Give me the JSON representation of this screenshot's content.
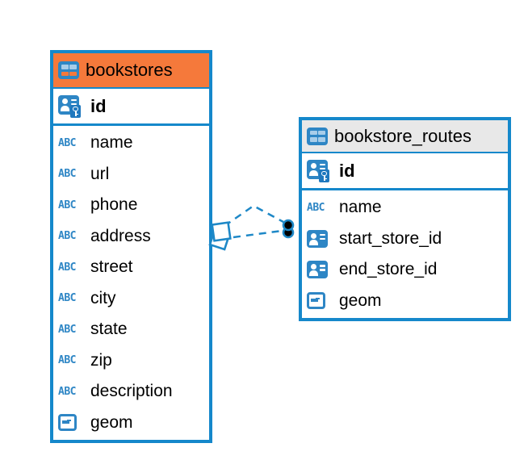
{
  "diagram": {
    "colors": {
      "background": "#FFFFFF",
      "table_border": "#1588CB",
      "header_orange": "#F5793B",
      "header_gray": "#E8E8E8",
      "icon_blue": "#2E86C5",
      "icon_dark_blue": "#1F78BE",
      "icon_pale_blue": "#A8CDE9",
      "relation_blue": "#1E88C7",
      "text": "#000000"
    },
    "icons": {
      "text_type_glyph": "ABC"
    },
    "tables": [
      {
        "title": "bookstores",
        "header_style": "orange",
        "keys": [
          {
            "name": "id",
            "icon": "primary-key-icon"
          }
        ],
        "columns": [
          {
            "name": "name",
            "icon": "text-type-icon"
          },
          {
            "name": "url",
            "icon": "text-type-icon"
          },
          {
            "name": "phone",
            "icon": "text-type-icon"
          },
          {
            "name": "address",
            "icon": "text-type-icon"
          },
          {
            "name": "street",
            "icon": "text-type-icon"
          },
          {
            "name": "city",
            "icon": "text-type-icon"
          },
          {
            "name": "state",
            "icon": "text-type-icon"
          },
          {
            "name": "zip",
            "icon": "text-type-icon"
          },
          {
            "name": "description",
            "icon": "text-type-icon"
          },
          {
            "name": "geom",
            "icon": "geometry-type-icon"
          }
        ]
      },
      {
        "title": "bookstore_routes",
        "header_style": "gray",
        "keys": [
          {
            "name": "id",
            "icon": "primary-key-icon"
          }
        ],
        "columns": [
          {
            "name": "name",
            "icon": "text-type-icon"
          },
          {
            "name": "start_store_id",
            "icon": "reference-id-icon"
          },
          {
            "name": "end_store_id",
            "icon": "reference-id-icon"
          },
          {
            "name": "geom",
            "icon": "geometry-type-icon"
          }
        ]
      }
    ],
    "relation": {
      "from": "bookstores",
      "to": "bookstore_routes",
      "line_style": "dashed"
    }
  }
}
